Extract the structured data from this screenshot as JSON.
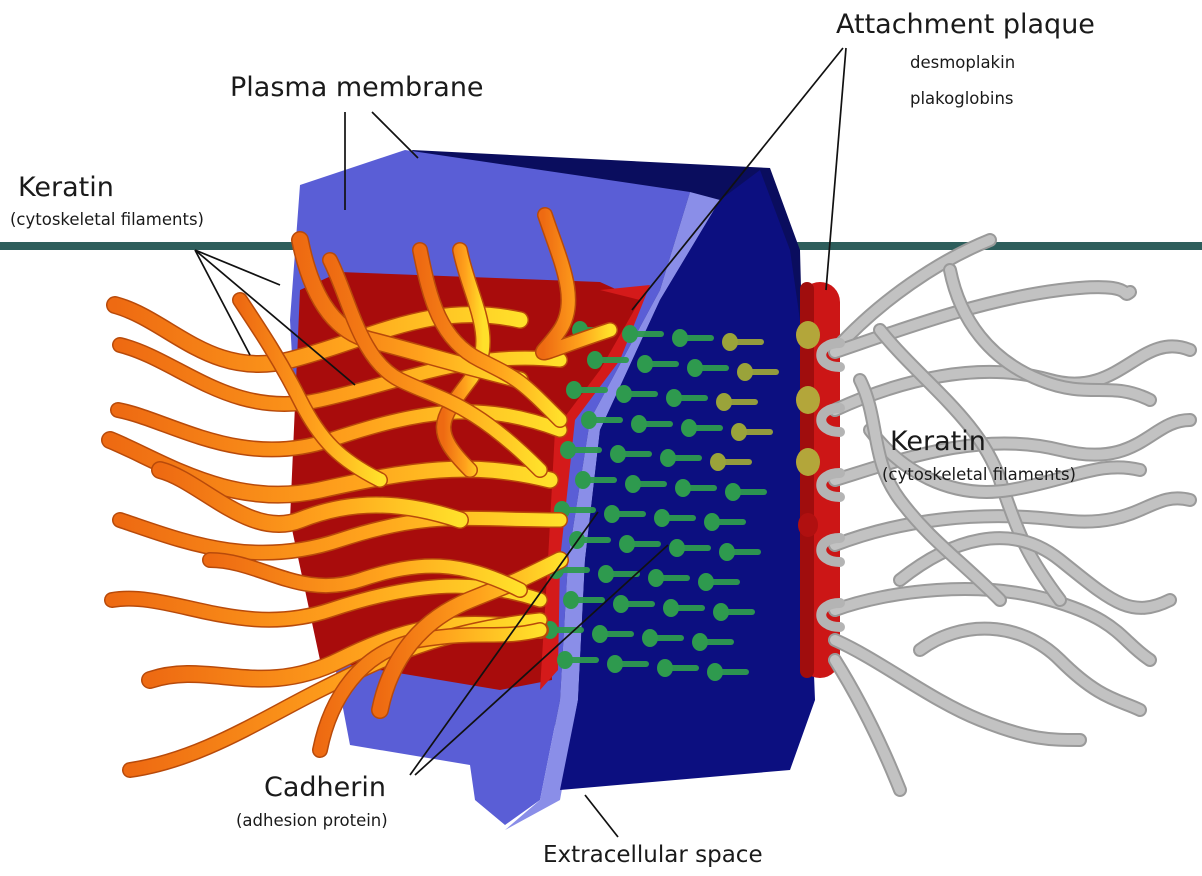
{
  "labels": {
    "attachment_plaque": "Attachment plaque",
    "desmoplakin": "desmoplakin",
    "plakoglobins": "plakoglobins",
    "plasma_membrane": "Plasma membrane",
    "keratin_left": "Keratin",
    "keratin_left_sub": "(cytoskeletal filaments)",
    "keratin_right": "Keratin",
    "keratin_right_sub": "(cytoskeletal filaments)",
    "cadherin": "Cadherin",
    "cadherin_sub": "(adhesion protein)",
    "extracellular_space": "Extracellular space"
  },
  "colors": {
    "divider": "#2e5e5c",
    "membrane_light": "#5a5ed6",
    "membrane_pale": "#8a8ee8",
    "extracellular": "#0c0f80",
    "extracellular_dark": "#0a0d5e",
    "plaque": "#a80c0c",
    "plaque_bright": "#d41a1a",
    "cadherin_green": "#2e9a4e",
    "cadherin_olive": "#b3a63a",
    "keratin_orange": "#f07a18",
    "keratin_yellow": "#ffd21a",
    "keratin_gray": "#b4b4b4"
  }
}
